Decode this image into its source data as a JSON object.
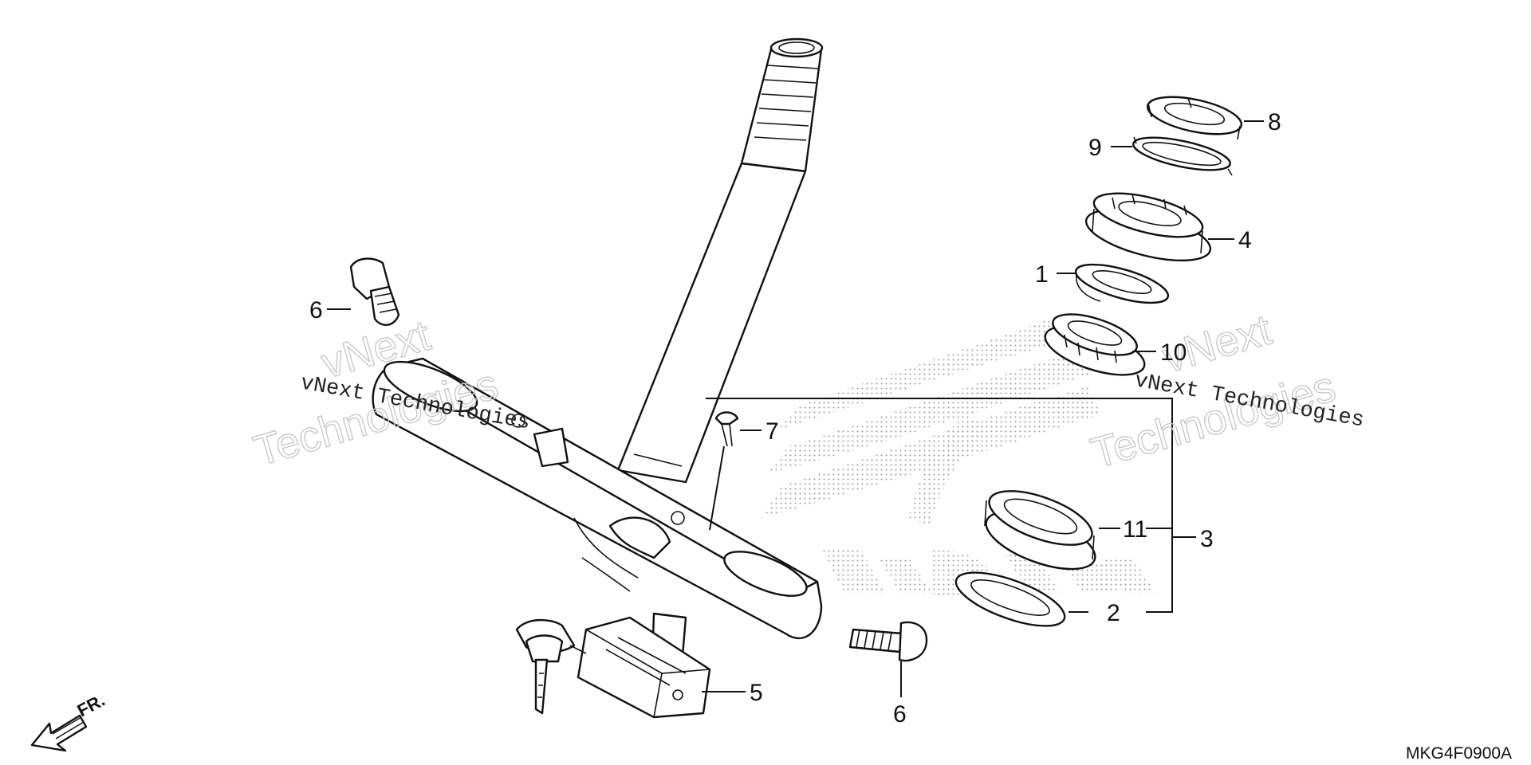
{
  "diagram": {
    "callouts": {
      "c1": "1",
      "c2": "2",
      "c3": "3",
      "c4": "4",
      "c5": "5",
      "c6a": "6",
      "c6b": "6",
      "c7": "7",
      "c8": "8",
      "c9": "9",
      "c10": "10",
      "c11": "11"
    },
    "direction_label": "FR.",
    "diagram_code": "MKG4F0900A",
    "watermark": {
      "line1": "vNext",
      "line2": "Technologies",
      "mono": "vNext Technologies"
    }
  }
}
